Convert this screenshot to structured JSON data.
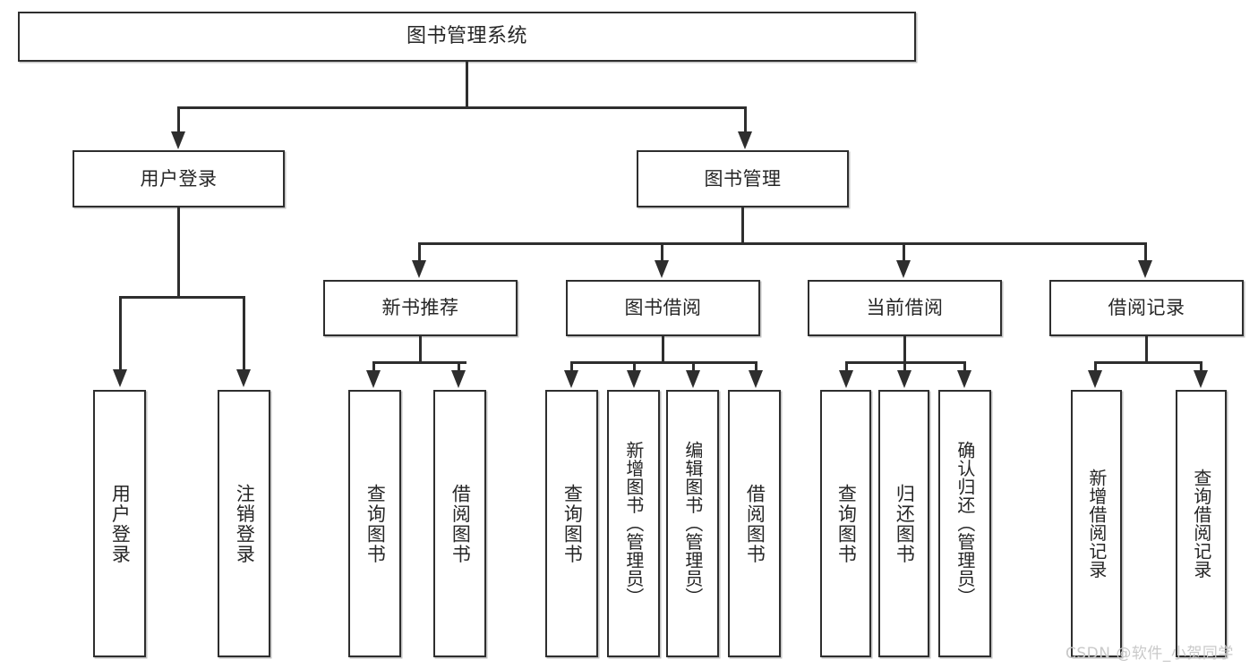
{
  "diagram": {
    "type": "tree-hierarchy-chart",
    "title": "图书管理系统",
    "orientation": "top-down",
    "colors": {
      "box_border": "#2e2e2e",
      "box_fill": "#ffffff",
      "text": "#262626",
      "connector": "#2e2e2e",
      "watermark": "#c9c9c9",
      "background": "#ffffff"
    }
  },
  "root": {
    "label": "图书管理系统"
  },
  "level2": [
    {
      "label": "用户登录"
    },
    {
      "label": "图书管理"
    }
  ],
  "level3": [
    {
      "label": "新书推荐"
    },
    {
      "label": "图书借阅"
    },
    {
      "label": "当前借阅"
    },
    {
      "label": "借阅记录"
    }
  ],
  "leaves": {
    "user_login": [
      {
        "label": "用户登录"
      },
      {
        "label": "注销登录"
      }
    ],
    "new_book_recommend": [
      {
        "label": "查询图书"
      },
      {
        "label": "借阅图书"
      }
    ],
    "book_borrow": [
      {
        "label": "查询图书"
      },
      {
        "label": "新增图书（管理员）"
      },
      {
        "label": "编辑图书（管理员）"
      },
      {
        "label": "借阅图书"
      }
    ],
    "current_borrow": [
      {
        "label": "查询图书"
      },
      {
        "label": "归还图书"
      },
      {
        "label": "确认归还（管理员）"
      }
    ],
    "borrow_record": [
      {
        "label": "新增借阅记录"
      },
      {
        "label": "查询借阅记录"
      }
    ]
  },
  "watermark": {
    "text": "CSDN @软件_小贺同学"
  }
}
